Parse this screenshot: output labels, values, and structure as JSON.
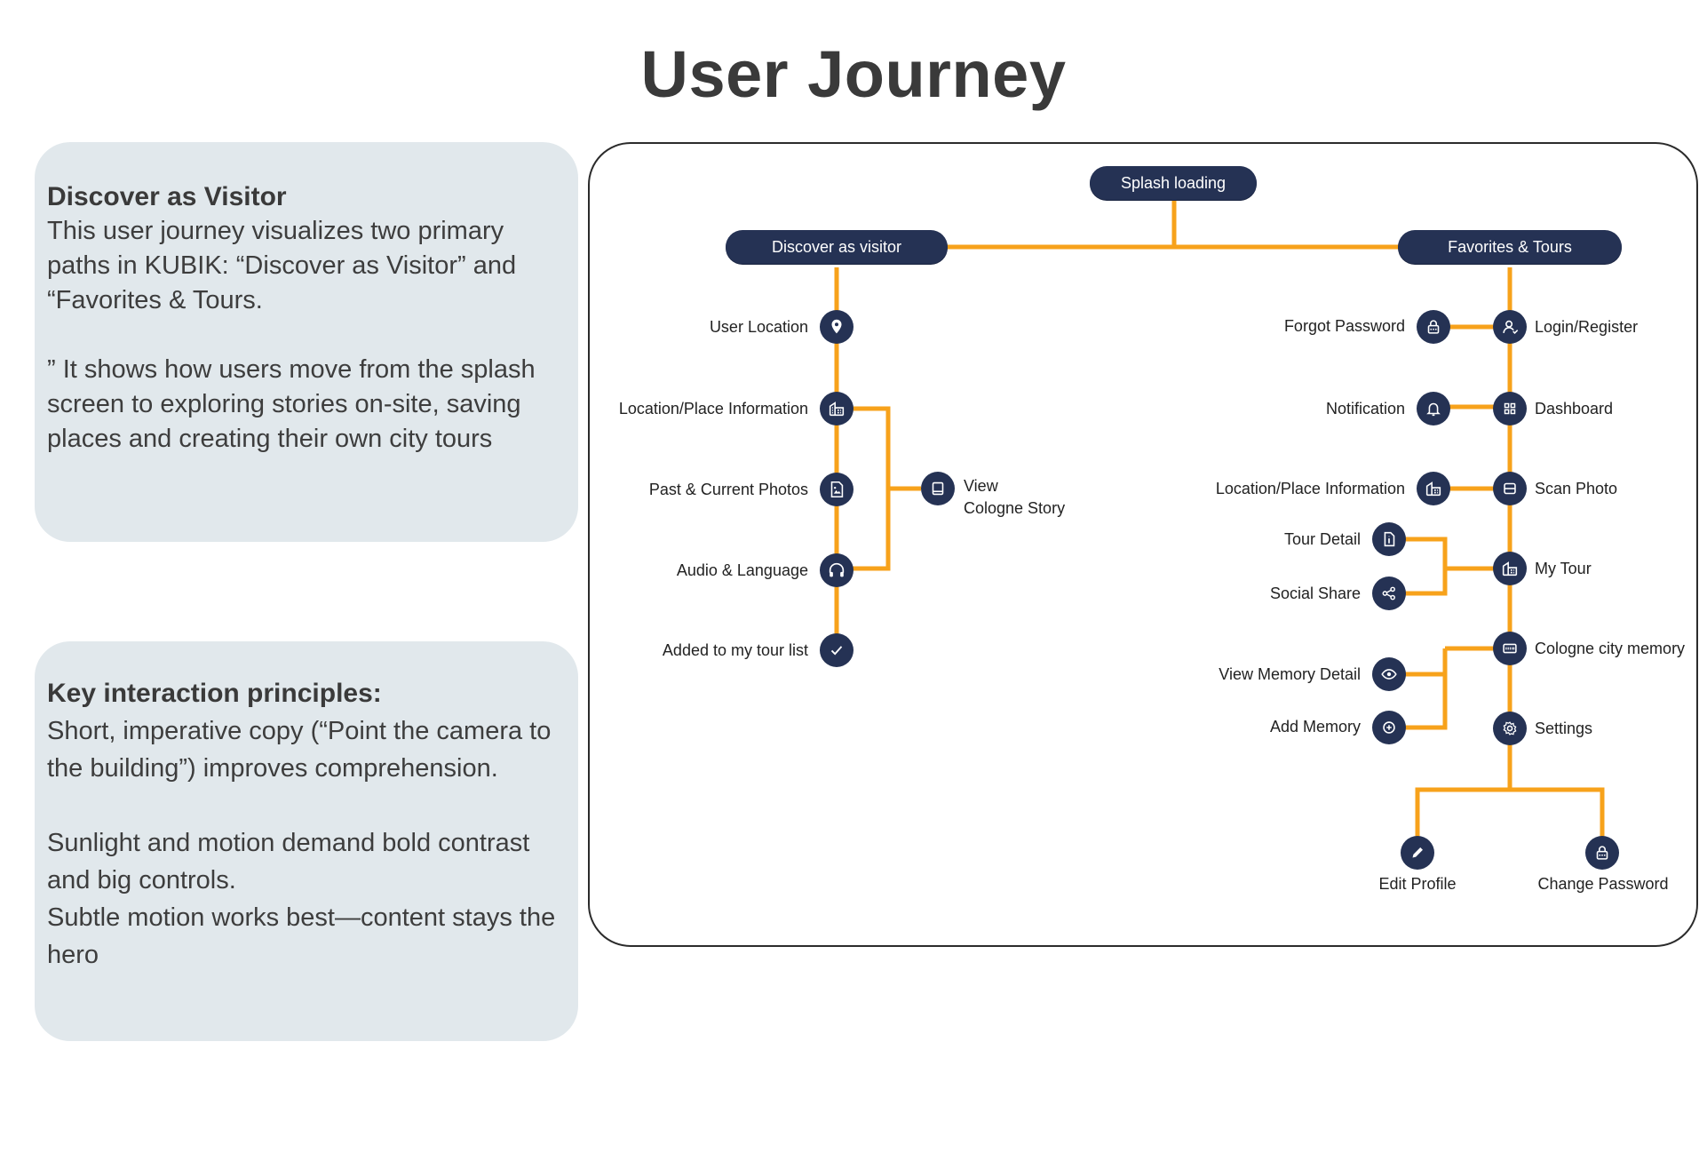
{
  "page": {
    "title": "User Journey"
  },
  "cards": {
    "discover": {
      "title": "Discover as Visitor",
      "text": "This user journey visualizes two primary paths in KUBIK: “Discover as Visitor” and “Favorites & Tours.\n\n” It shows how users move from the splash screen to exploring stories on-site, saving places and creating their own city tours"
    },
    "principles": {
      "title": "Key interaction principles:",
      "text": "Short, imperative copy (“Point the camera to the building”) improves comprehension.\n\nSunlight and motion demand bold contrast and big controls.\nSubtle motion works best—content stays the hero"
    }
  },
  "diagram": {
    "colors": {
      "line": "#f7a21b",
      "node": "#253254"
    },
    "splash": "Splash loading",
    "discover_branch": "Discover as visitor",
    "favorites_branch": "Favorites &  Tours",
    "left_nodes": [
      {
        "label": "User Location",
        "icon": "location-pin-icon"
      },
      {
        "label": "Location/Place Information",
        "icon": "building-icon"
      },
      {
        "label": "Past & Current Photos",
        "icon": "photo-icon"
      },
      {
        "label": "Audio & Language",
        "icon": "headphones-icon"
      },
      {
        "label": "Added to my tour list",
        "icon": "check-icon"
      }
    ],
    "story": {
      "label_1": "View",
      "label_2": "Cologne Story",
      "icon": "book-icon"
    },
    "right_main": [
      {
        "label": "Login/Register",
        "icon": "user-icon"
      },
      {
        "label": "Dashboard",
        "icon": "grid-icon"
      },
      {
        "label": "Scan Photo",
        "icon": "scan-icon"
      },
      {
        "label": "My Tour",
        "icon": "map-icon"
      },
      {
        "label": "Cologne city memory",
        "icon": "memory-icon"
      },
      {
        "label": "Settings",
        "icon": "gear-icon"
      }
    ],
    "right_side": [
      {
        "label": "Forgot Password",
        "icon": "lock-icon"
      },
      {
        "label": "Notification",
        "icon": "bell-icon"
      },
      {
        "label": "Location/Place Information",
        "icon": "building-icon"
      },
      {
        "label": "Tour Detail",
        "icon": "info-icon"
      },
      {
        "label": "Social Share",
        "icon": "share-icon"
      },
      {
        "label": "View Memory Detail",
        "icon": "eye-icon"
      },
      {
        "label": "Add Memory",
        "icon": "plus-icon"
      }
    ],
    "settings_children": [
      {
        "label": "Edit Profile",
        "icon": "pencil-icon"
      },
      {
        "label": "Change Password",
        "icon": "lock-icon"
      }
    ]
  }
}
